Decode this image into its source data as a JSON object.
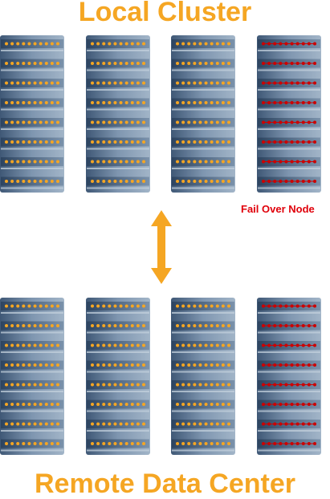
{
  "titles": {
    "top": "Local Cluster",
    "bottom": "Remote Data Center"
  },
  "failover_label": "Fail Over Node",
  "colors": {
    "accent": "#f5a623",
    "failover": "#e0000a",
    "rack_dark": "#3f5876",
    "rack_light": "#a2b5c8",
    "led_normal": "#f5a623",
    "led_failover": "#cc0000"
  },
  "clusters": [
    {
      "name": "local-cluster",
      "racks": [
        {
          "status": "normal"
        },
        {
          "status": "normal"
        },
        {
          "status": "normal"
        },
        {
          "status": "failover"
        }
      ]
    },
    {
      "name": "remote-data-center",
      "racks": [
        {
          "status": "normal"
        },
        {
          "status": "normal"
        },
        {
          "status": "normal"
        },
        {
          "status": "failover"
        }
      ]
    }
  ],
  "units_per_rack": 8,
  "leds_per_unit": 10,
  "connection": {
    "type": "bidirectional-arrow",
    "icon": "double-arrow-icon"
  }
}
